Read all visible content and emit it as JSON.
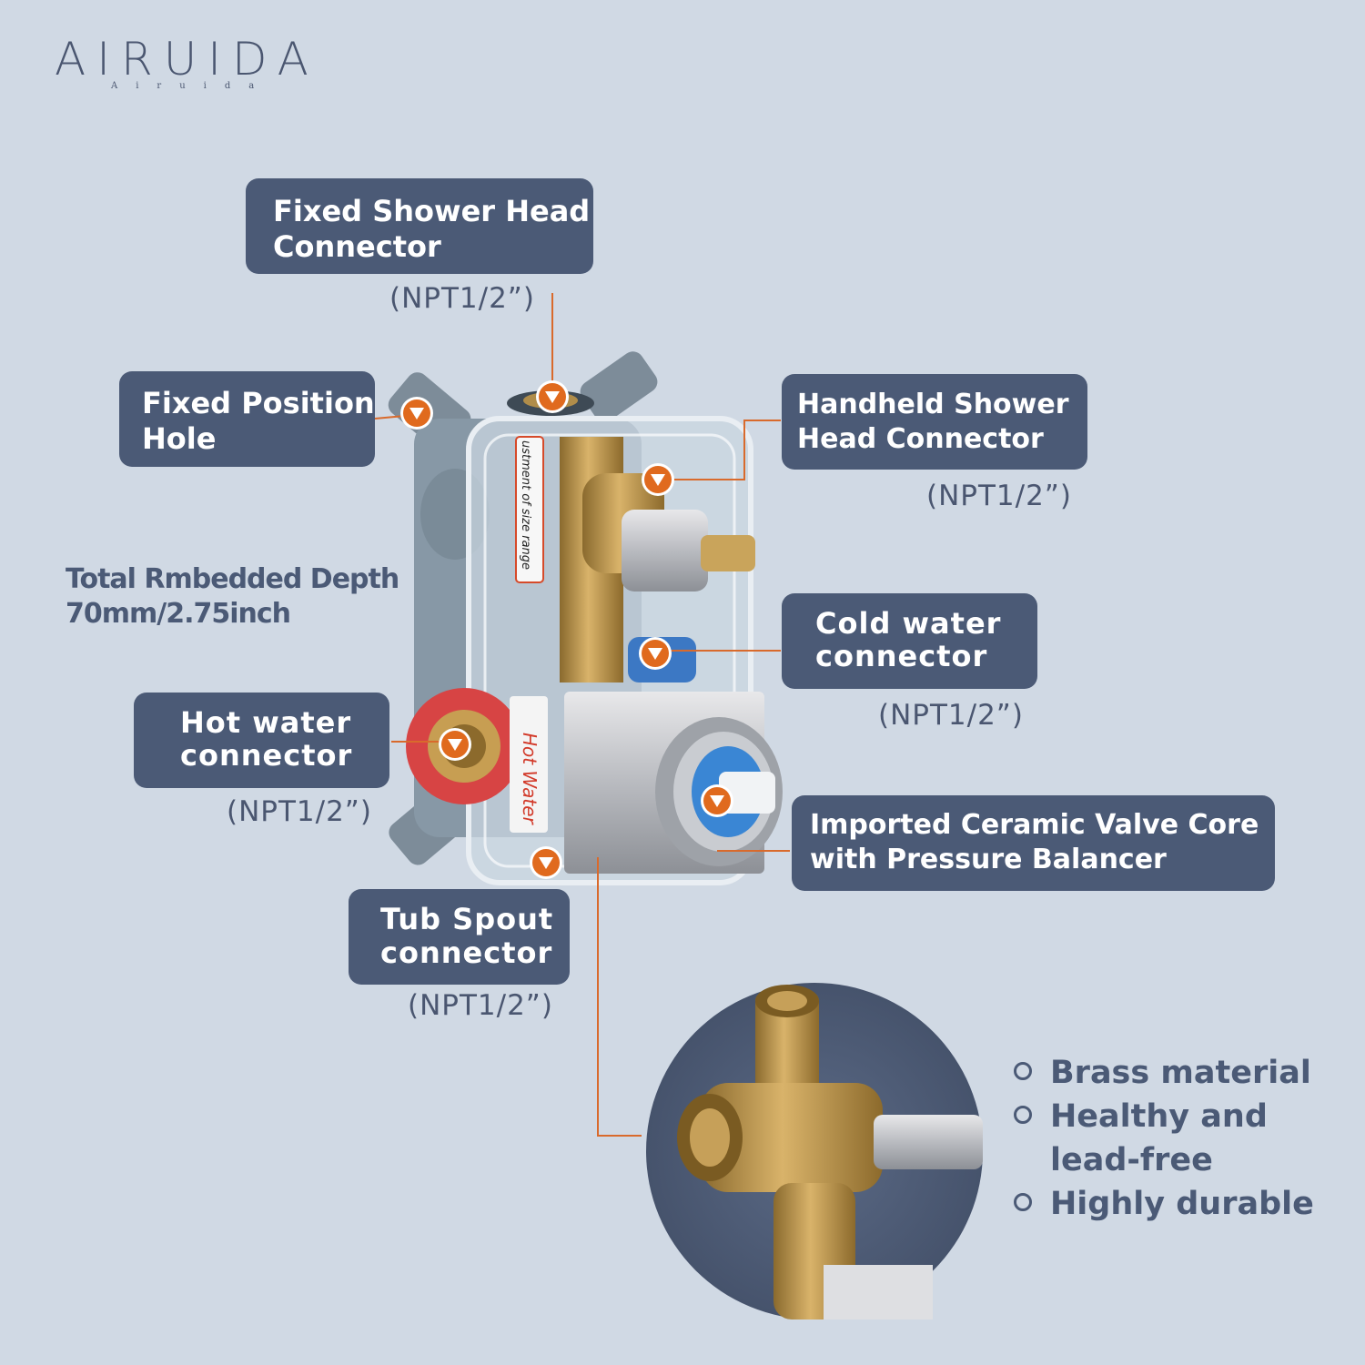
{
  "brand": {
    "name": "AIRUIDA",
    "subtitle": "Airuida"
  },
  "colors": {
    "background": "#d0d9e4",
    "callout_bg": "#4b5a76",
    "callout_text": "#ffffff",
    "marker": "#e06a1e",
    "leader_line": "#d96a2c"
  },
  "callouts": {
    "fixed_shower_head": {
      "label_lines": [
        "Fixed Shower Head",
        "Connector"
      ],
      "spec": "(NPT1/2”)"
    },
    "fixed_position_hole": {
      "label_lines": [
        "Fixed Position",
        "Hole"
      ]
    },
    "handheld_shower_head": {
      "label_lines": [
        "Handheld Shower",
        "Head Connector"
      ],
      "spec": "(NPT1/2”)"
    },
    "cold_water": {
      "label_lines": [
        "Cold water",
        "connector"
      ],
      "spec": "(NPT1/2”)"
    },
    "hot_water": {
      "label_lines": [
        "Hot water",
        "connector"
      ],
      "spec": "(NPT1/2”)"
    },
    "valve_core": {
      "label_lines": [
        "Imported Ceramic Valve Core",
        "with Pressure Balancer"
      ]
    },
    "tub_spout": {
      "label_lines": [
        "Tub Spout",
        "connector"
      ],
      "spec": "(NPT1/2”)"
    }
  },
  "depth_note": {
    "lines": [
      "Total Rmbedded Depth",
      "70mm/2.75inch"
    ]
  },
  "product_labels": {
    "side_sticker": "ustment of size range",
    "hot_water_sticker": "Hot Water"
  },
  "features": [
    "Brass material",
    "Healthy and lead-free",
    "Highly durable"
  ],
  "icons": {
    "marker": "down-triangle-marker-icon",
    "bullet": "circle-bullet-icon",
    "logo_mark": "shower-head-icon"
  }
}
